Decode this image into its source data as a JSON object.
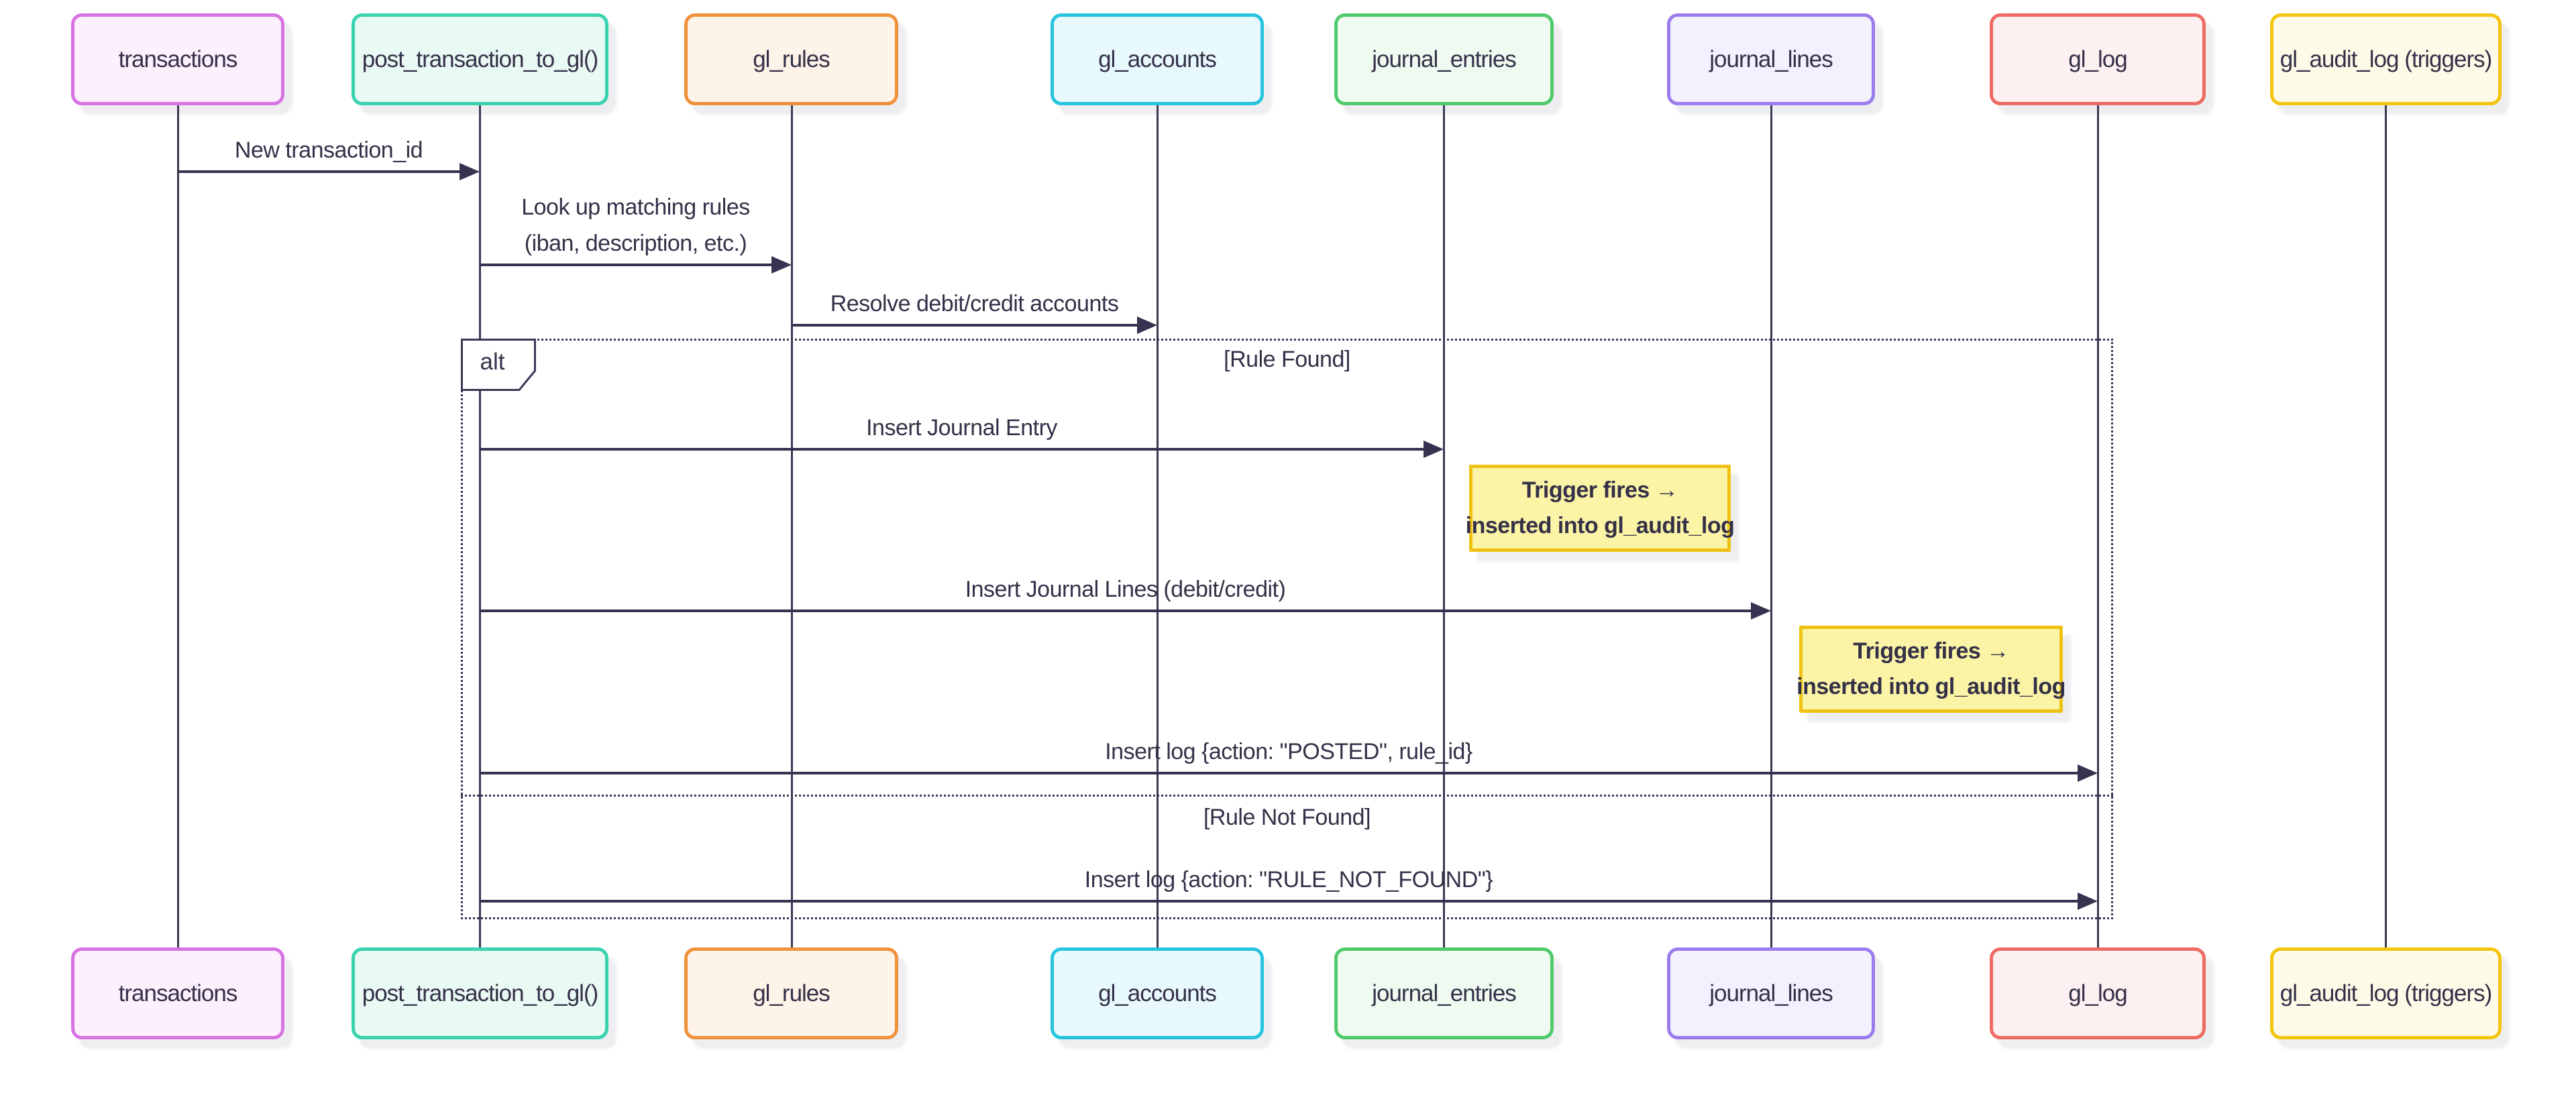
{
  "diagram_type": "sequence-diagram",
  "participants": [
    {
      "id": "transactions",
      "label": "transactions",
      "border_color": "#d973e3",
      "fill_color": "#fdf0fd"
    },
    {
      "id": "post_transaction_to_gl",
      "label": "post_transaction_to_gl()",
      "border_color": "#3ad3b0",
      "fill_color": "#e9f9f4"
    },
    {
      "id": "gl_rules",
      "label": "gl_rules",
      "border_color": "#f0913c",
      "fill_color": "#fdf3e8"
    },
    {
      "id": "gl_accounts",
      "label": "gl_accounts",
      "border_color": "#27c4de",
      "fill_color": "#e8f9fd"
    },
    {
      "id": "journal_entries",
      "label": "journal_entries",
      "border_color": "#50cb6b",
      "fill_color": "#effbf1"
    },
    {
      "id": "journal_lines",
      "label": "journal_lines",
      "border_color": "#9b7ced",
      "fill_color": "#f3f1fd"
    },
    {
      "id": "gl_log",
      "label": "gl_log",
      "border_color": "#ed6b62",
      "fill_color": "#fdf0f0"
    },
    {
      "id": "gl_audit_log",
      "label": "gl_audit_log (triggers)",
      "border_color": "#f3c50f",
      "fill_color": "#fdfbe8"
    }
  ],
  "messages": [
    {
      "from": "transactions",
      "to": "post_transaction_to_gl",
      "arrow": "solid-filled",
      "lines": [
        "New transaction_id"
      ]
    },
    {
      "from": "post_transaction_to_gl",
      "to": "gl_rules",
      "arrow": "solid-filled",
      "lines": [
        "Look up matching rules",
        "(iban, description, etc.)"
      ]
    },
    {
      "from": "gl_rules",
      "to": "gl_accounts",
      "arrow": "solid-filled",
      "lines": [
        "Resolve debit/credit accounts"
      ]
    },
    {
      "from": "post_transaction_to_gl",
      "to": "journal_entries",
      "arrow": "solid-filled",
      "lines": [
        "Insert Journal Entry"
      ]
    },
    {
      "from": "post_transaction_to_gl",
      "to": "journal_lines",
      "arrow": "solid-filled",
      "lines": [
        "Insert Journal Lines (debit/credit)"
      ]
    },
    {
      "from": "post_transaction_to_gl",
      "to": "gl_log",
      "arrow": "solid-filled",
      "lines": [
        "Insert log {action: \"POSTED\", rule_id}"
      ]
    },
    {
      "from": "post_transaction_to_gl",
      "to": "gl_log",
      "arrow": "solid-filled",
      "lines": [
        "Insert log {action: \"RULE_NOT_FOUND\"}"
      ]
    }
  ],
  "notes": [
    {
      "position": "between journal_entries and journal_lines",
      "lines": [
        "Trigger fires →",
        "inserted into gl_audit_log"
      ]
    },
    {
      "position": "between journal_lines and gl_log",
      "lines": [
        "Trigger fires →",
        "inserted into gl_audit_log"
      ]
    }
  ],
  "alt_frame": {
    "label": "alt",
    "conditions": [
      "[Rule Found]",
      "[Rule Not Found]"
    ]
  },
  "colors": {
    "background": "#ffffff",
    "line": "#363350",
    "text": "#343048",
    "note_fill": "#fbf3a5",
    "note_border": "#eec112",
    "frame_border": "#3a3655"
  }
}
